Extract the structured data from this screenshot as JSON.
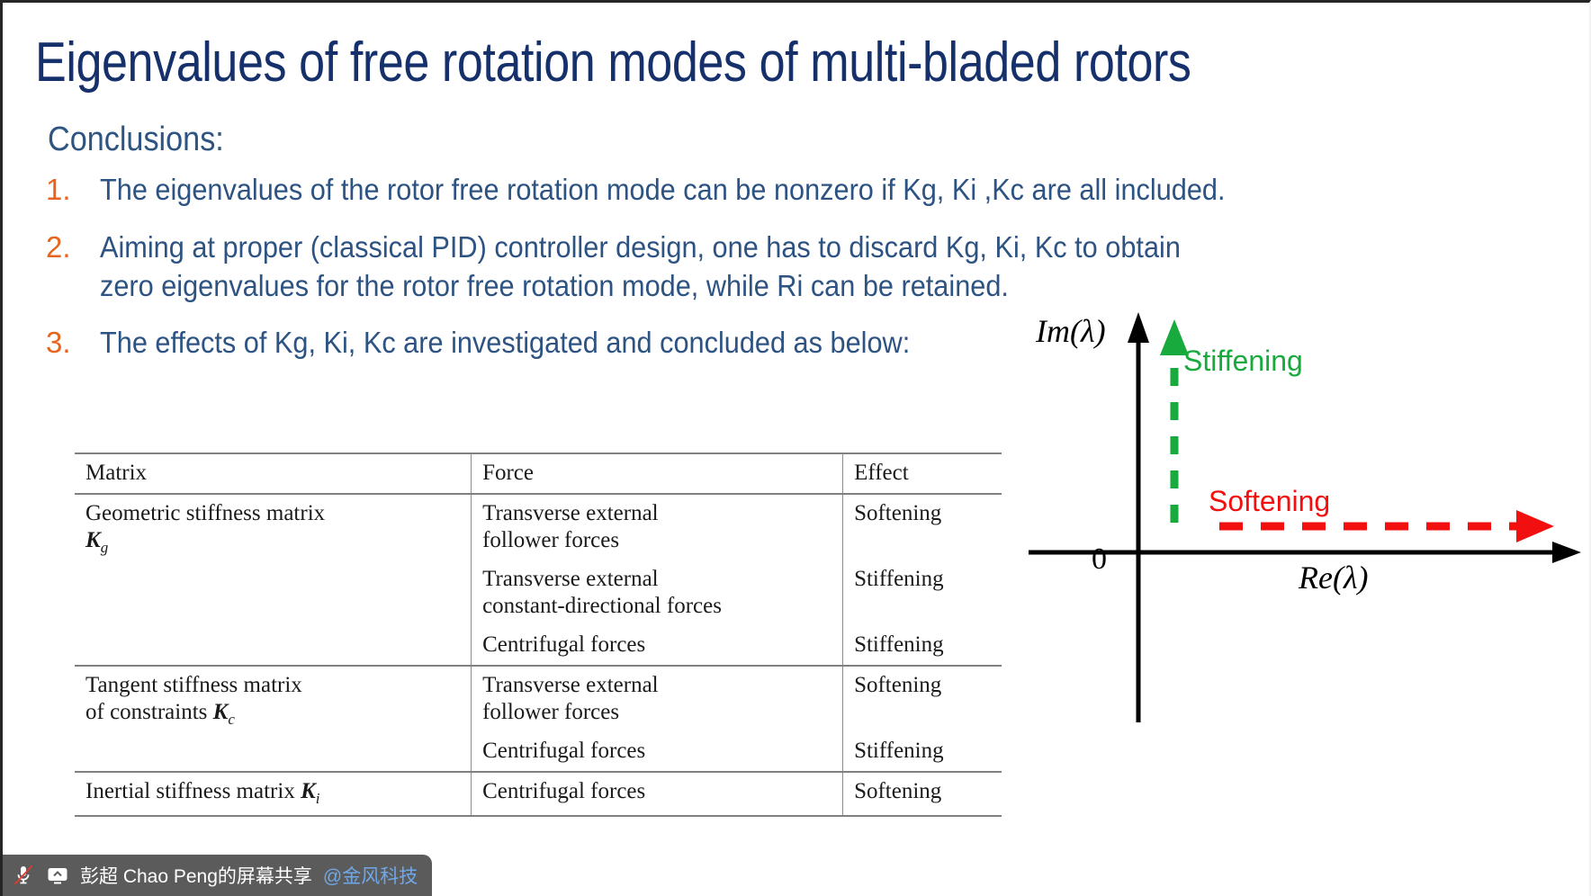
{
  "slide": {
    "title": "Eigenvalues of free rotation modes of multi-bladed rotors",
    "heading": "Conclusions:",
    "title_color": "#15306b",
    "body_color": "#2d5383",
    "number_color": "#e8641c"
  },
  "bullets": [
    {
      "number": "1.",
      "text": "The eigenvalues of the rotor free rotation mode can be nonzero if Kg, Ki ,Kc are all included."
    },
    {
      "number": "2.",
      "text": "Aiming at proper (classical PID) controller design, one has to discard Kg, Ki, Kc to obtain zero eigenvalues for the rotor free rotation mode, while Ri can be retained."
    },
    {
      "number": "3.",
      "text": "The effects of Kg, Ki, Kc are investigated and concluded as below:"
    }
  ],
  "table": {
    "headers": [
      "Matrix",
      "Force",
      "Effect"
    ],
    "rows": [
      {
        "matrix_name": "Geometric stiffness matrix",
        "matrix_symbol": "K",
        "matrix_subscript": "g",
        "entries": [
          {
            "force_line1": "Transverse external",
            "force_line2": "follower forces",
            "effect": "Softening"
          },
          {
            "force_line1": "Transverse external",
            "force_line2": "constant-directional forces",
            "effect": "Stiffening"
          },
          {
            "force_line1": "Centrifugal forces",
            "force_line2": "",
            "effect": "Stiffening"
          }
        ]
      },
      {
        "matrix_name": "Tangent stiffness matrix",
        "matrix_name_line2": "of constraints",
        "matrix_symbol": "K",
        "matrix_subscript": "c",
        "entries": [
          {
            "force_line1": "Transverse external",
            "force_line2": "follower forces",
            "effect": "Softening"
          },
          {
            "force_line1": "Centrifugal forces",
            "force_line2": "",
            "effect": "Stiffening"
          }
        ]
      },
      {
        "matrix_name": "Inertial stiffness matrix",
        "matrix_symbol": "K",
        "matrix_subscript": "i",
        "entries": [
          {
            "force_line1": "Centrifugal forces",
            "force_line2": "",
            "effect": "Softening"
          }
        ]
      }
    ]
  },
  "diagram": {
    "imaginary_axis_label": "Im(λ)",
    "real_axis_label": "Re(λ)",
    "origin_label": "0",
    "stiffening_label": "Stiffening",
    "softening_label": "Softening",
    "stiffening_color": "#18aa3c",
    "softening_color": "#f20f0f",
    "axis_color": "#000000"
  },
  "share_bar": {
    "mic_icon": "microphone-muted-icon",
    "screen_icon": "screen-share-icon",
    "owner_text": "彭超 Chao Peng的屏幕共享",
    "org_text": "@金风科技",
    "background": "#5b5b5b",
    "org_color": "#6ea8e8"
  }
}
